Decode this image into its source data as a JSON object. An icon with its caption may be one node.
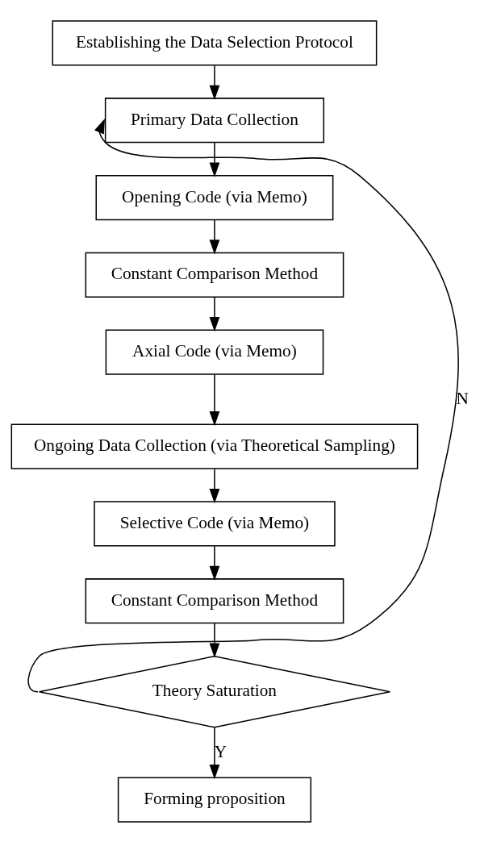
{
  "diagram": {
    "nodes": [
      {
        "text": [
          "Establishing the Data Selection Protocol"
        ]
      },
      {
        "text": [
          "Primary Data Collection"
        ]
      },
      {
        "text": [
          "Opening Code (via Memo)"
        ]
      },
      {
        "text": [
          "Constant Comparison Method"
        ]
      },
      {
        "text": [
          "Axial Code (via Memo)"
        ]
      },
      {
        "text": [
          "Ongoing Data Collection (via Theoretical Sampling)"
        ]
      },
      {
        "text": [
          "Selective Code (via Memo)"
        ]
      },
      {
        "text": [
          "Constant Comparison Method"
        ]
      },
      {
        "text": [
          "Theory Saturation"
        ]
      },
      {
        "text": [
          "Forming proposition"
        ]
      }
    ],
    "edges": [
      {
        "from": 0,
        "to": 1,
        "arrow": "to"
      },
      {
        "from": 1,
        "to": 2,
        "arrow": "to"
      },
      {
        "from": 2,
        "to": 3,
        "arrow": "to"
      },
      {
        "from": 3,
        "to": 4,
        "arrow": "to"
      },
      {
        "from": 4,
        "to": 5,
        "arrow": "to"
      },
      {
        "from": 5,
        "to": 6,
        "arrow": "to"
      },
      {
        "from": 6,
        "to": 7,
        "arrow": "to"
      },
      {
        "from": 7,
        "to": 8,
        "arrow": "to"
      },
      {
        "from": 8,
        "to": 1,
        "arrow": "to",
        "label": "N"
      },
      {
        "from": 8,
        "to": 9,
        "arrow": "to",
        "label": "Y"
      }
    ]
  }
}
